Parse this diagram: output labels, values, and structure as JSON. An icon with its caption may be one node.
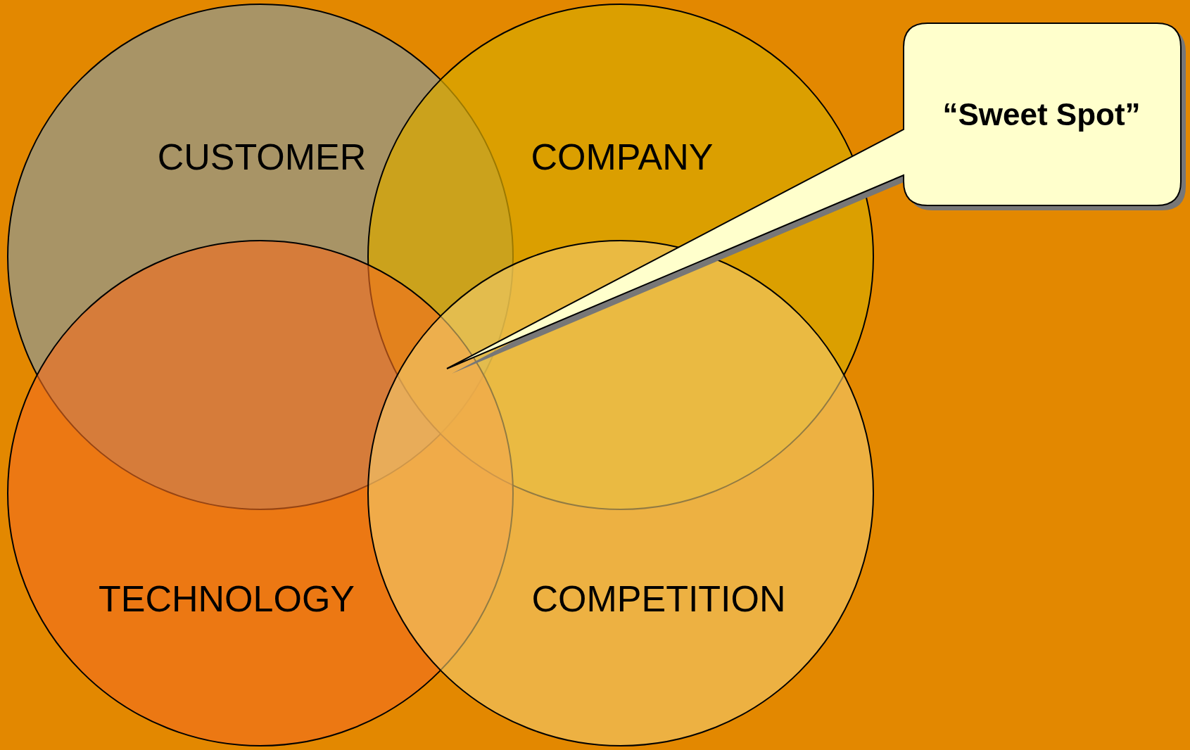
{
  "diagram": {
    "nodes": [
      {
        "text": [
          "CUSTOMER"
        ]
      },
      {
        "text": [
          "COMPANY"
        ]
      },
      {
        "text": [
          "TECHNOLOGY"
        ]
      },
      {
        "text": [
          "COMPETITION"
        ]
      },
      {
        "text": [
          "“Sweet Spot”"
        ]
      }
    ]
  }
}
